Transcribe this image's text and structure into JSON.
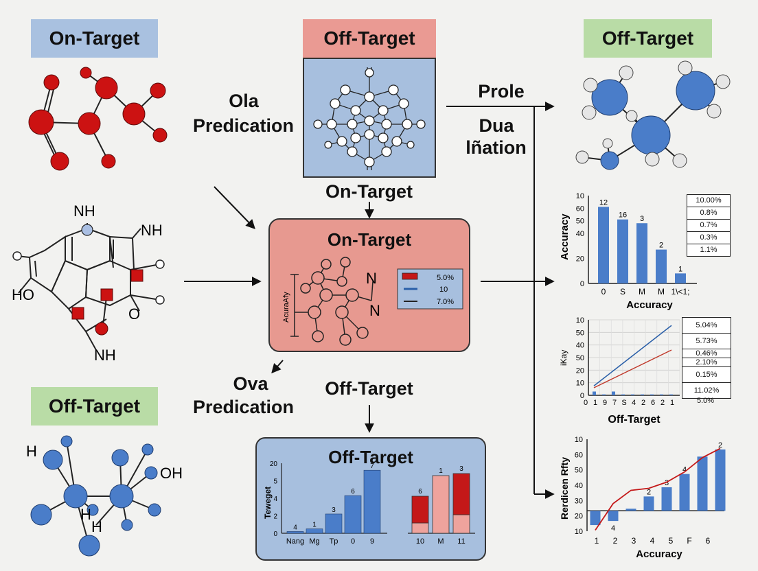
{
  "labels": {
    "on_target_tl": "On-Target",
    "off_target_top": "Off-Target",
    "off_target_tr": "Off-Target",
    "off_target_bl": "Off-Target",
    "ola": "Ola",
    "predication_1": "Predication",
    "prole": "Prole",
    "dua": "Dua",
    "lination": "lñation",
    "on_target_mid": "On-Target",
    "on_target_box": "On-Target",
    "ova": "Ova",
    "predication_2": "Predication",
    "off_target_mid": "Off-Target",
    "off_target_box": "Off-Target"
  },
  "molecule_labels": {
    "nh_top": "NH",
    "nh_right": "NH",
    "ho": "HO",
    "o": "O",
    "nh_bottom": "NH",
    "h_left": "H",
    "oh": "OH",
    "h_mid1": "H",
    "h_mid2": "H",
    "center_n1": "N",
    "center_n2": "N",
    "center_axis": "AcuraAfy"
  },
  "center_legend": [
    "5.0%",
    "10",
    "7.0%"
  ],
  "colors": {
    "red_atom": "#cc1212",
    "blue_atom": "#4a7dc9",
    "bar_blue": "#4a7dc9",
    "bar_red": "#c41818",
    "bar_pink": "#eea39d",
    "on_box": "#e79990",
    "off_box": "#a7bfde"
  },
  "chart_data": [
    {
      "type": "bar",
      "ylabel": "Accuracy",
      "xlabel": "Accuracy",
      "y_ticks": [
        "10",
        "60",
        "50",
        "40",
        "20",
        "0"
      ],
      "categories": [
        "0",
        "S",
        "M",
        "M",
        "1\\<1;"
      ],
      "values": [
        61,
        51,
        48,
        27,
        8
      ],
      "bar_labels": [
        "12",
        "16",
        "3",
        "2",
        "1"
      ],
      "table": [
        "10.00%",
        "0.8%",
        "0.7%",
        "0.3%",
        "1.1%"
      ]
    },
    {
      "type": "line",
      "ylabel": "iKay",
      "xlabel": "Off-Target",
      "y_ticks": [
        "10",
        "50",
        "40",
        "50",
        "20",
        "10",
        "0"
      ],
      "categories": [
        "0",
        "1",
        "9",
        "7",
        "S",
        "4",
        "2",
        "6",
        "2",
        "1"
      ],
      "series": [
        {
          "color": "#2a5fa8",
          "values": [
            10,
            18,
            26,
            34,
            42,
            50,
            58,
            66,
            74
          ]
        },
        {
          "color": "#c0392b",
          "values": [
            8,
            13,
            18,
            23,
            28,
            33,
            38,
            43,
            48
          ]
        }
      ],
      "bars": [
        2,
        0.5,
        2,
        0.5,
        0.5,
        0.5,
        0.5,
        0.5,
        0.5
      ],
      "table": [
        "5.04%",
        "5.73%",
        "0.46%",
        "2.10%",
        "0.15%",
        "11.02%"
      ],
      "footer": "5.0%"
    },
    {
      "type": "bar",
      "ylabel": "Rerdicen Rfty",
      "xlabel": "Accuracy",
      "y_ticks": [
        "10",
        "60",
        "50",
        "40",
        "30",
        "20",
        "10"
      ],
      "categories": [
        "1",
        "2",
        "3",
        "4",
        "5",
        "F",
        "6"
      ],
      "values": [
        -14,
        -10,
        2,
        14,
        23,
        36,
        53,
        60
      ],
      "bar_labels": [
        "4",
        "2",
        "3",
        "4",
        "2"
      ],
      "line": [
        -19,
        7,
        20,
        22,
        28,
        38,
        52,
        61
      ]
    },
    {
      "type": "bar",
      "ylabel": "Teweget",
      "y_ticks": [
        "20",
        "5",
        "4",
        "2",
        "0"
      ],
      "categories": [
        "Nang",
        "Mg",
        "Tp",
        "0",
        "9"
      ],
      "values": [
        0.2,
        0.5,
        2.2,
        4.3,
        7.2
      ],
      "bar_labels": [
        "4",
        "1",
        "3",
        "6",
        "7"
      ]
    },
    {
      "type": "bar",
      "categories": [
        "10",
        "M",
        "11"
      ],
      "stacked": [
        {
          "red": 6.5,
          "pink": 2.5
        },
        {
          "red": 0,
          "pink": 14
        },
        {
          "red": 10,
          "pink": 4.5
        }
      ],
      "bar_labels": [
        "6",
        "1",
        "3"
      ]
    }
  ]
}
